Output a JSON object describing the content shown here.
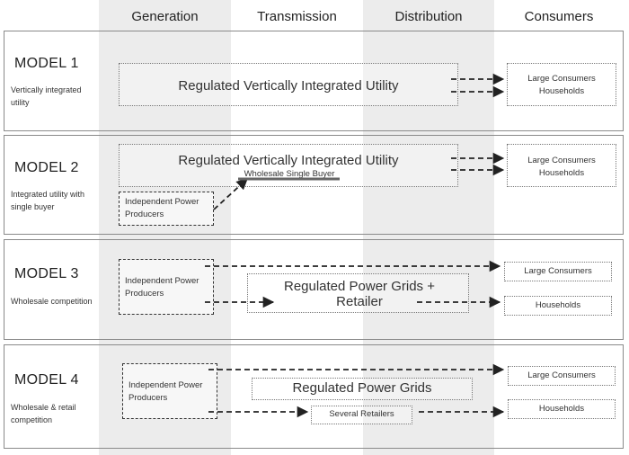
{
  "columns": [
    "Generation",
    "Transmission",
    "Distribution",
    "Consumers"
  ],
  "models": [
    {
      "title": "MODEL 1",
      "subtitle": "Vertically integrated utility",
      "main": "Regulated Vertically Integrated Utility",
      "consumers": [
        "Large Consumers",
        "Households"
      ]
    },
    {
      "title": "MODEL 2",
      "subtitle": "Integrated utility with single buyer",
      "main": "Regulated Vertically Integrated Utility",
      "buyer": "Wholesale Single Buyer",
      "ipp": "Independent Power Producers",
      "consumers": [
        "Large Consumers",
        "Households"
      ]
    },
    {
      "title": "MODEL 3",
      "subtitle": "Wholesale competition",
      "ipp": "Independent Power Producers",
      "main": "Regulated Power Grids + Retailer",
      "consumers": [
        "Large Consumers",
        "Households"
      ]
    },
    {
      "title": "MODEL 4",
      "subtitle": "Wholesale & retail competition",
      "ipp": "Independent Power Producers",
      "main": "Regulated Power Grids",
      "retailers": "Several Retailers",
      "consumers": [
        "Large Consumers",
        "Households"
      ]
    }
  ]
}
